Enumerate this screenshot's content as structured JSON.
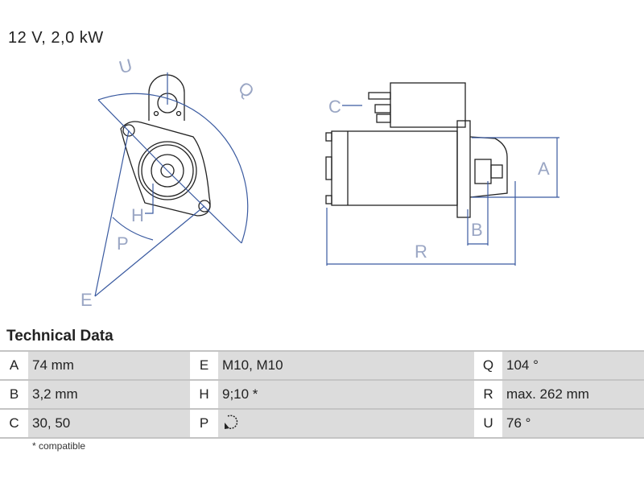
{
  "title": "12 V, 2,0 kW",
  "diagram": {
    "labels": {
      "U": "U",
      "Q": "Q",
      "H": "H",
      "P": "P",
      "E": "E",
      "C": "C",
      "A": "A",
      "B": "B",
      "R": "R"
    },
    "line_color": "#3a5aa0"
  },
  "technical_data": {
    "heading": "Technical Data",
    "rows": [
      [
        {
          "key": "A",
          "value": "74 mm"
        },
        {
          "key": "E",
          "value": "M10, M10"
        },
        {
          "key": "Q",
          "value": "104 °"
        }
      ],
      [
        {
          "key": "B",
          "value": "3,2 mm"
        },
        {
          "key": "H",
          "value": "9;10 *"
        },
        {
          "key": "R",
          "value": "max. 262 mm"
        }
      ],
      [
        {
          "key": "C",
          "value": "30, 50"
        },
        {
          "key": "P",
          "value": "counterclockwise-rotation-icon"
        },
        {
          "key": "U",
          "value": "76 °"
        }
      ]
    ],
    "footnote": "* compatible"
  }
}
